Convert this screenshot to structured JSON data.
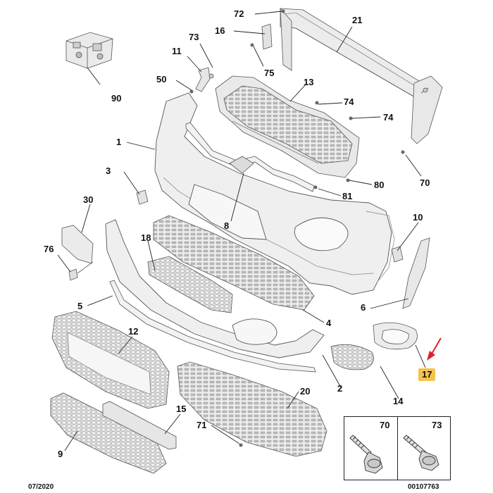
{
  "callouts": [
    {
      "id": "c72",
      "label": "72"
    },
    {
      "id": "c21",
      "label": "21"
    },
    {
      "id": "c16",
      "label": "16"
    },
    {
      "id": "c73a",
      "label": "73"
    },
    {
      "id": "c11",
      "label": "11"
    },
    {
      "id": "c75",
      "label": "75"
    },
    {
      "id": "c90",
      "label": "90"
    },
    {
      "id": "c50",
      "label": "50"
    },
    {
      "id": "c13",
      "label": "13"
    },
    {
      "id": "c74a",
      "label": "74"
    },
    {
      "id": "c74b",
      "label": "74"
    },
    {
      "id": "c1",
      "label": "1"
    },
    {
      "id": "c70",
      "label": "70"
    },
    {
      "id": "c3",
      "label": "3"
    },
    {
      "id": "c80",
      "label": "80"
    },
    {
      "id": "c81",
      "label": "81"
    },
    {
      "id": "c30",
      "label": "30"
    },
    {
      "id": "c8",
      "label": "8"
    },
    {
      "id": "c10",
      "label": "10"
    },
    {
      "id": "c18",
      "label": "18"
    },
    {
      "id": "c76",
      "label": "76"
    },
    {
      "id": "c5",
      "label": "5"
    },
    {
      "id": "c6",
      "label": "6"
    },
    {
      "id": "c4",
      "label": "4"
    },
    {
      "id": "c12",
      "label": "12"
    },
    {
      "id": "c17",
      "label": "17"
    },
    {
      "id": "c2",
      "label": "2"
    },
    {
      "id": "c14",
      "label": "14"
    },
    {
      "id": "c20",
      "label": "20"
    },
    {
      "id": "c15",
      "label": "15"
    },
    {
      "id": "c71",
      "label": "71"
    },
    {
      "id": "c9",
      "label": "9"
    }
  ],
  "highlight_color": "#f6c24c",
  "arrow_color": "#e0202a",
  "inset": {
    "left_label": "70",
    "right_label": "73"
  },
  "footer": {
    "date": "07/2020",
    "reference": "00107763"
  }
}
